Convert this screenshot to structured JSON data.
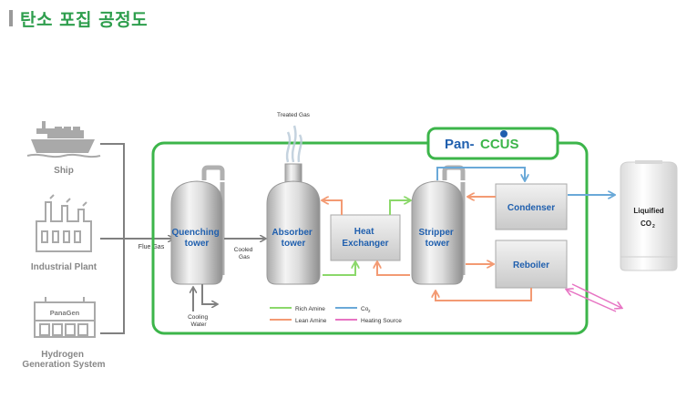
{
  "header": {
    "title": "탄소 포집 공정도"
  },
  "sources": [
    {
      "id": "ship",
      "label": "Ship",
      "icon": "ship-icon"
    },
    {
      "id": "plant",
      "label": "Industrial Plant",
      "icon": "factory-icon"
    },
    {
      "id": "hydrogen",
      "label": "Hydrogen\nGeneration System",
      "icon": "hydrogen-generator-icon",
      "brand": "PanaGen"
    }
  ],
  "brand": {
    "logo_text_a": "Pan-",
    "logo_text_b": "CCUS"
  },
  "labels": {
    "flue_gas": "Flue Gas",
    "treated_gas": "Treated Gas",
    "cooled_gas": "Cooled\nGas",
    "cooling_water": "Cooling\nWater",
    "quenching_tower": "Quenching\ntower",
    "absorber_tower": "Absorber\ntower",
    "heat_exchanger": "Heat\nExchanger",
    "stripper_tower": "Stripper\ntower",
    "condenser": "Condenser",
    "reboiler": "Reboiler",
    "liquified": "Liquified",
    "co2": "CO",
    "co2_sub": "2"
  },
  "legend": [
    {
      "label": "Rich Amine",
      "color": "#8bd86a"
    },
    {
      "label": "Lean Amine",
      "color": "#f39a73"
    },
    {
      "label": "Co",
      "sub": "2",
      "color": "#6aa9d8"
    },
    {
      "label": "Heating Source",
      "color": "#e774c3"
    }
  ],
  "colors": {
    "accent_green": "#3cb54a",
    "title_green": "#2e9e4d",
    "rich_amine": "#8bd86a",
    "lean_amine": "#f39a73",
    "co2": "#6aa9d8",
    "heating": "#e774c3",
    "gas_line": "#808080",
    "text_dark": "#2a2a2a",
    "logo_blue": "#1f5fae"
  }
}
